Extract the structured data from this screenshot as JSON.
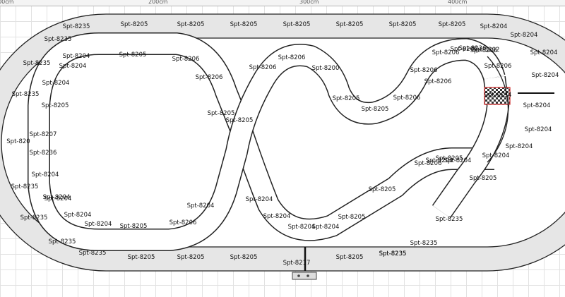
{
  "ruler": {
    "labels": [
      "100cm",
      "200cm",
      "300cm",
      "400cm"
    ]
  },
  "colors": {
    "track_fill": "#ffffff",
    "track_alt_fill": "#e6e6e6",
    "track_edge": "#222222",
    "lane_change_red": "#cc2222",
    "grid_line": "#e2e2e2"
  },
  "pieces": {
    "outer_top": [
      "Spt-8205",
      "Spt-8205",
      "Spt-8205",
      "Spt-8205",
      "Spt-8205",
      "Spt-8205",
      "Spt-8205"
    ],
    "outer_left": [
      "Spt-8235",
      "Spt-8235",
      "Spt-8235",
      "Spt-8235",
      "Spt-8204",
      "Spt-8204",
      "Spt-820",
      "Spt-8207",
      "Spt-8236",
      "Spt-8204",
      "Spt-8235",
      "Spt-8204",
      "Spt-8235",
      "Spt-8235"
    ],
    "outer_bottom": [
      "Spt-8235",
      "Spt-8205",
      "Spt-8205",
      "Spt-8205",
      "Spt-8217",
      "Spt-8205",
      "Spt-8235",
      "Spt-8235",
      "Spt-8235"
    ],
    "right_loop": [
      "Spt-8204",
      "Spt-8204",
      "Spt-8204",
      "Spt-8204",
      "Spt-8204",
      "Spt-8204",
      "Spt-8204",
      "Spt-8204",
      "Spt-8204",
      "Spt-8204"
    ],
    "inner_left": [
      "Spt-8204",
      "Spt-8205",
      "Spt-8206",
      "Spt-8206",
      "Spt-8205",
      "Spt-8205",
      "Spt-8205",
      "Spt-8206",
      "Spt-8204",
      "Spt-8205",
      "Spt-8204",
      "Spt-8204",
      "Spt-8204"
    ],
    "figure_eight": [
      "Spt-8206",
      "Spt-8206",
      "Spt-8200",
      "Spt-8205",
      "Spt-8205",
      "Spt-8206",
      "Spt-8206",
      "Spt-8206",
      "Spt-8206",
      "Spt-8206",
      "Spt-8206",
      "Spt-8206",
      "Spt-8202",
      "Spt-8236",
      "Spt-8234"
    ],
    "lower_s": [
      "Spt-8206",
      "Spt-8205",
      "Spt-8205",
      "Spt-8205",
      "Spt-8204",
      "Spt-8204",
      "Spt-8204",
      "Spt-8204",
      "Spt-8205",
      "Spt-8235"
    ]
  }
}
